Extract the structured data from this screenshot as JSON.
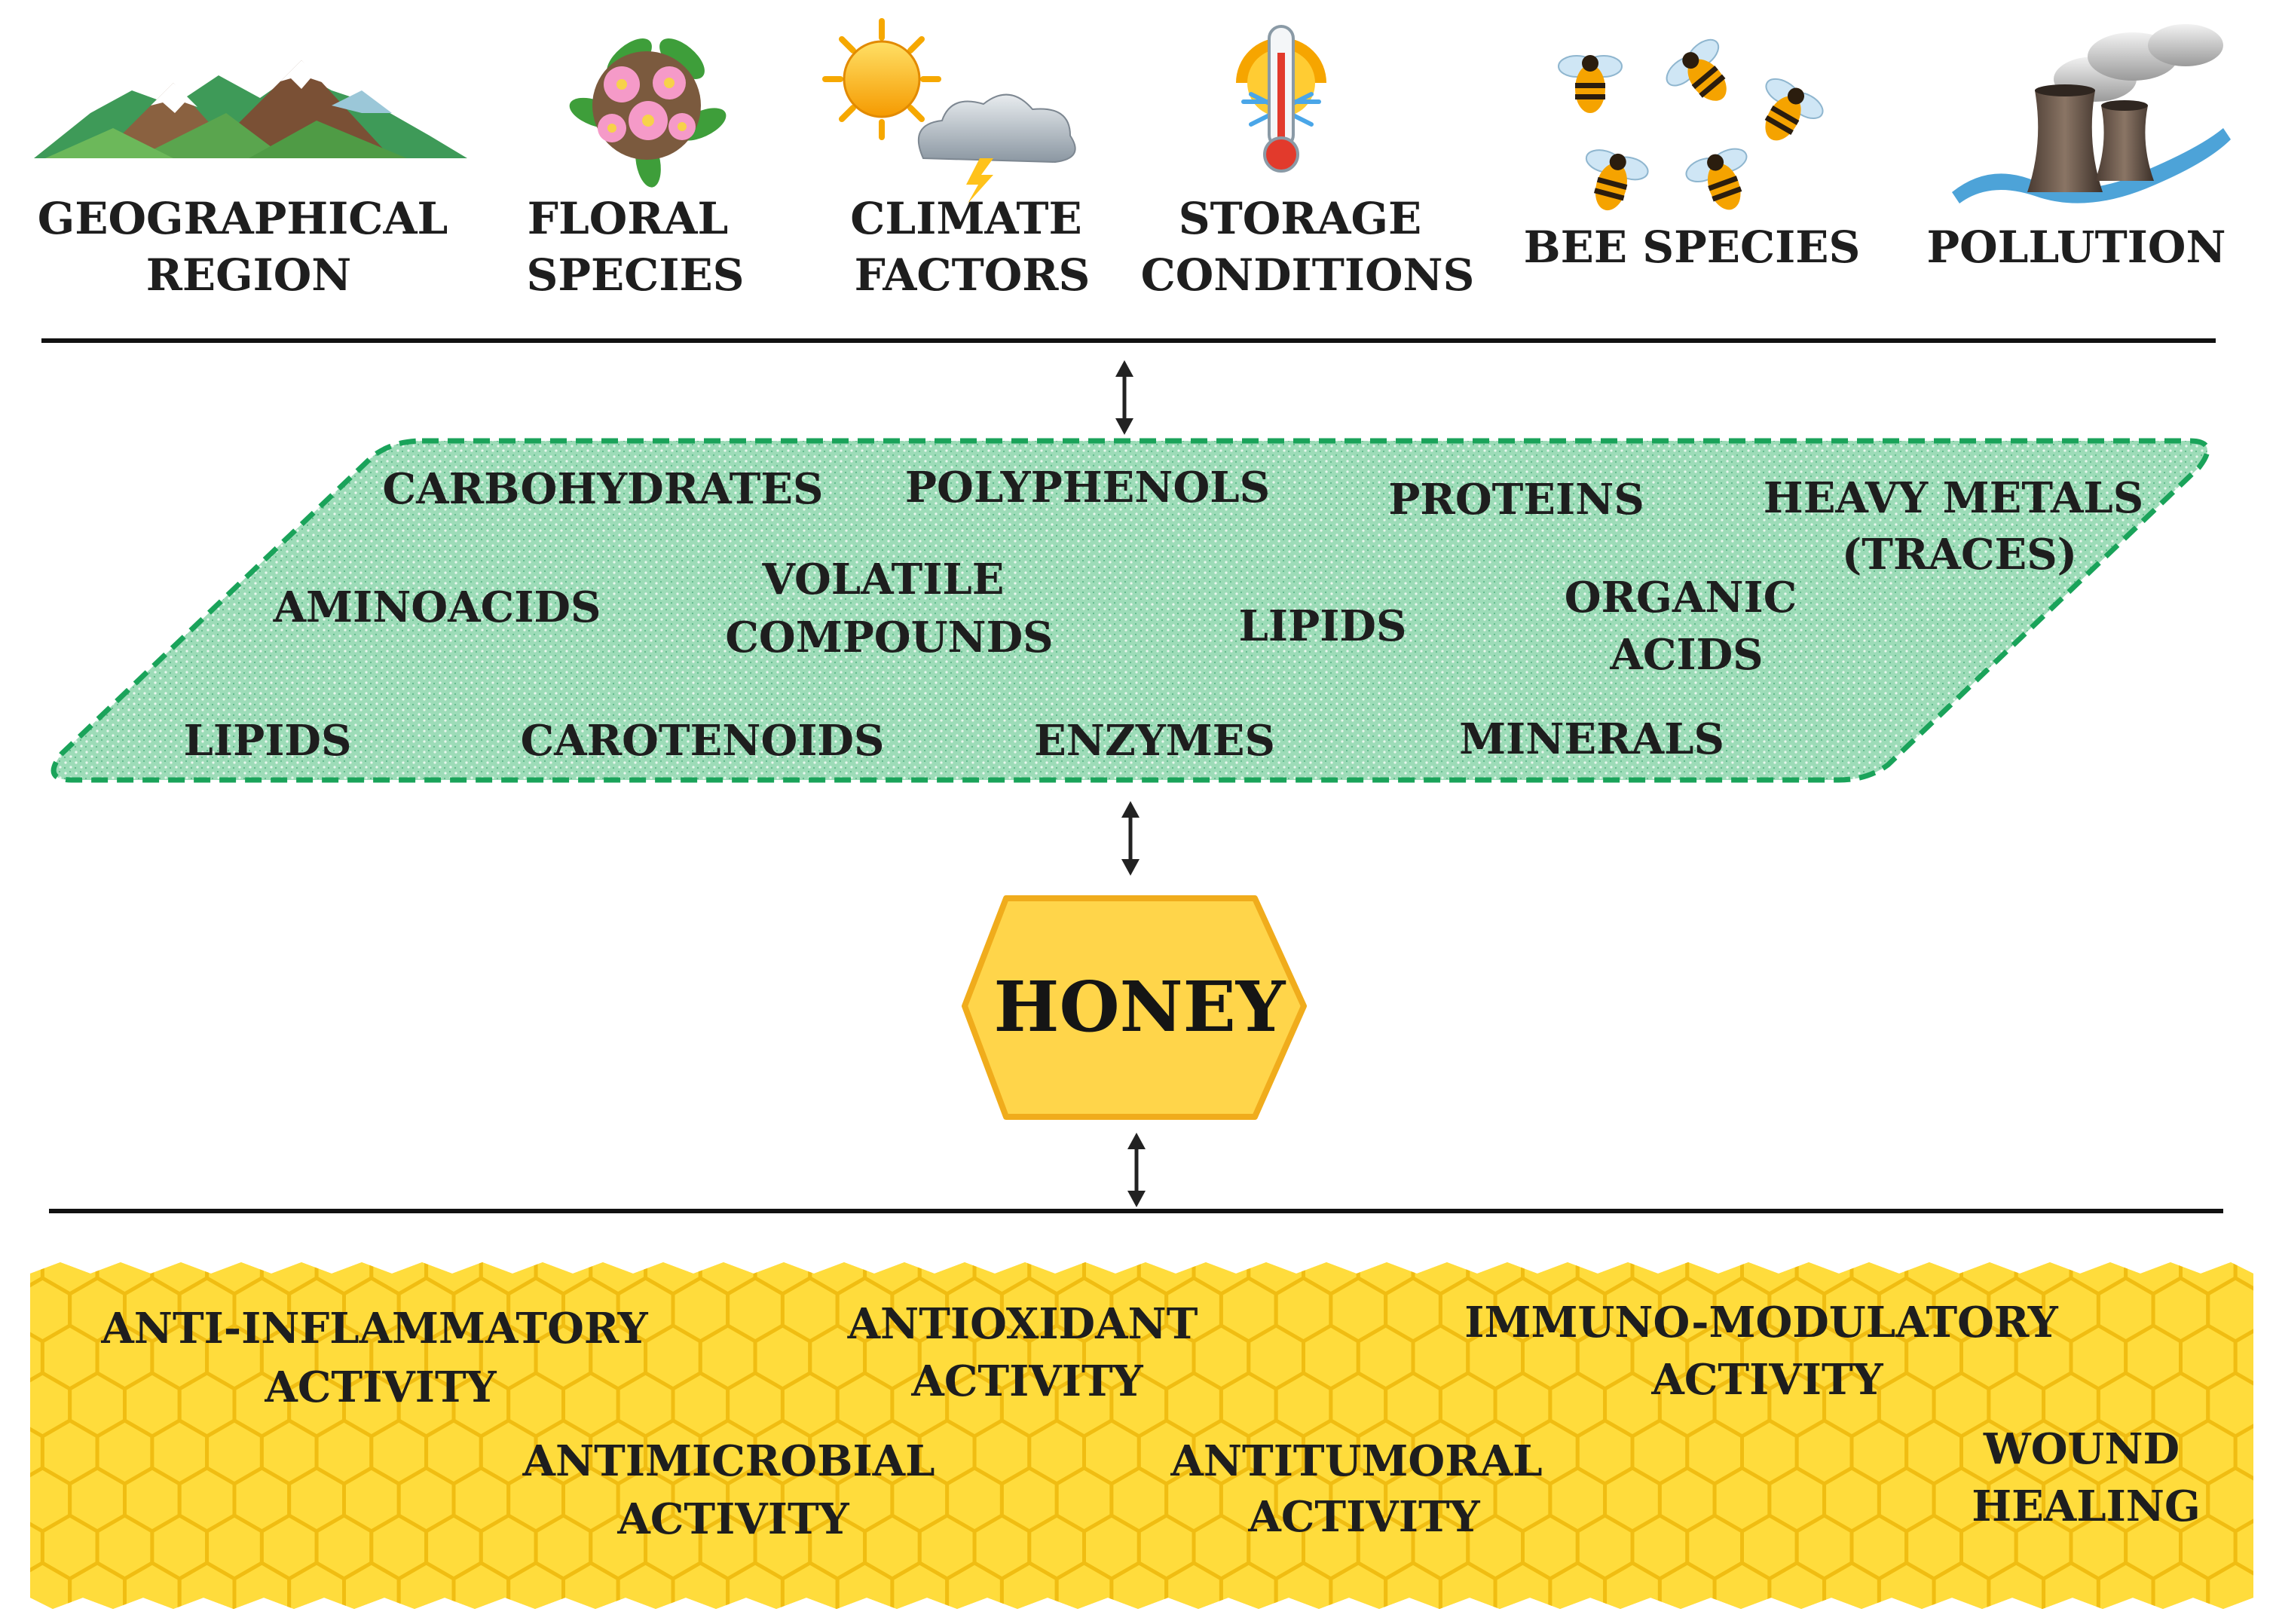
{
  "factors": [
    {
      "line1": "GEOGRAPHICAL",
      "line2": "REGION",
      "icon": "mountains-icon"
    },
    {
      "line1": "FLORAL",
      "line2": "SPECIES",
      "icon": "flower-icon"
    },
    {
      "line1": "CLIMATE",
      "line2": "FACTORS",
      "icon": "sun-storm-cloud-icon"
    },
    {
      "line1": "STORAGE",
      "line2": "CONDITIONS",
      "icon": "thermometer-icon"
    },
    {
      "line1": "BEE SPECIES",
      "line2": "",
      "icon": "bees-icon"
    },
    {
      "line1": "POLLUTION",
      "line2": "",
      "icon": "factory-smokestacks-icon"
    }
  ],
  "composition": {
    "items": [
      {
        "line1": "CARBOHYDRATES",
        "line2": ""
      },
      {
        "line1": "POLYPHENOLS",
        "line2": ""
      },
      {
        "line1": "PROTEINS",
        "line2": ""
      },
      {
        "line1": "HEAVY METALS",
        "line2": "(TRACES)"
      },
      {
        "line1": "AMINOACIDS",
        "line2": ""
      },
      {
        "line1": "VOLATILE",
        "line2": "COMPOUNDS"
      },
      {
        "line1": "LIPIDS",
        "line2": ""
      },
      {
        "line1": "ORGANIC",
        "line2": "ACIDS"
      },
      {
        "line1": "LIPIDS",
        "line2": ""
      },
      {
        "line1": "CAROTENOIDS",
        "line2": ""
      },
      {
        "line1": "ENZYMES",
        "line2": ""
      },
      {
        "line1": "MINERALS",
        "line2": ""
      }
    ],
    "fill_color": "#9bdcb6",
    "border_color": "#1aa35a"
  },
  "honey": {
    "label": "HONEY",
    "fill_color": "#ffd54a",
    "border_color": "#f0ac1c"
  },
  "activities": [
    {
      "line1": "ANTI-INFLAMMATORY",
      "line2": "ACTIVITY"
    },
    {
      "line1": "ANTIOXIDANT",
      "line2": "ACTIVITY"
    },
    {
      "line1": "IMMUNO-MODULATORY",
      "line2": "ACTIVITY"
    },
    {
      "line1": "ANTIMICROBIAL",
      "line2": "ACTIVITY"
    },
    {
      "line1": "ANTITUMORAL",
      "line2": "ACTIVITY"
    },
    {
      "line1": "WOUND",
      "line2": "HEALING"
    }
  ],
  "honeycomb": {
    "fill_color": "#ffd630",
    "border_color": "#f2c21a"
  }
}
